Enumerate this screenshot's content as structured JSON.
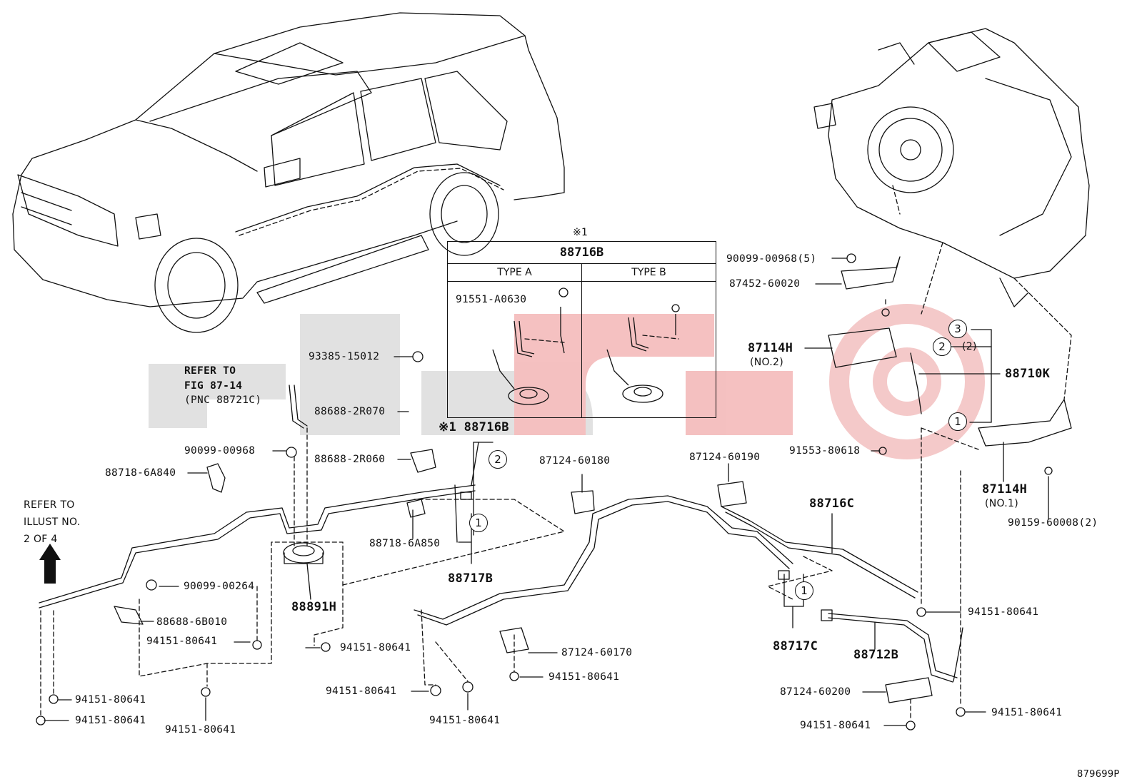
{
  "diagram_id": "879699P",
  "note_symbol": "※1",
  "type_table": {
    "note": "※1",
    "part": "88716B",
    "type_a": "TYPE A",
    "type_b": "TYPE B",
    "type_a_part": "91551-A0630"
  },
  "refer_fig": {
    "line1": "REFER TO",
    "line2": "FIG 87-14",
    "line3": "(PNC 88721C)"
  },
  "refer_illust": {
    "line1": "REFER TO",
    "line2": "ILLUST NO.",
    "line3": "2 OF 4"
  },
  "labels": {
    "p93385": "93385-15012",
    "p88688_2r070": "88688-2R070",
    "p88688_2r060": "88688-2R060",
    "p90099_00968": "90099-00968",
    "p88718_6a840": "88718-6A840",
    "p88716b": "※1 88716B",
    "p88718_6a850": "88718-6A850",
    "p88717b": "88717B",
    "p88891h": "88891H",
    "p90099_00264": "90099-00264",
    "p88688_6b010": "88688-6B010",
    "p94151_a": "94151-80641",
    "p94151_b": "94151-80641",
    "p94151_c": "94151-80641",
    "p94151_d": "94151-80641",
    "p94151_e": "94151-80641",
    "p94151_f": "94151-80641",
    "p94151_g": "94151-80641",
    "p94151_h": "94151-80641",
    "p94151_i": "94151-80641",
    "p94151_j": "94151-80641",
    "p94151_k": "94151-80641",
    "p87124_60180": "87124-60180",
    "p87124_60190": "87124-60190",
    "p87124_60170": "87124-60170",
    "p87124_60200": "87124-60200",
    "p88716c": "88716C",
    "p88717c": "88717C",
    "p88712b": "88712B",
    "p90099_00968_5": "90099-00968(5)",
    "p87452": "87452-60020",
    "p87114h_2": "87114H",
    "p87114h_2_sub": "(NO.2)",
    "p88710k": "88710K",
    "p91553": "91553-80618",
    "p87114h_1": "87114H",
    "p87114h_1_sub": "(NO.1)",
    "p90159": "90159-60008(2)",
    "two_paren": "(2)"
  },
  "circle_marks": {
    "c1": "1",
    "c2": "2",
    "c3": "3"
  }
}
